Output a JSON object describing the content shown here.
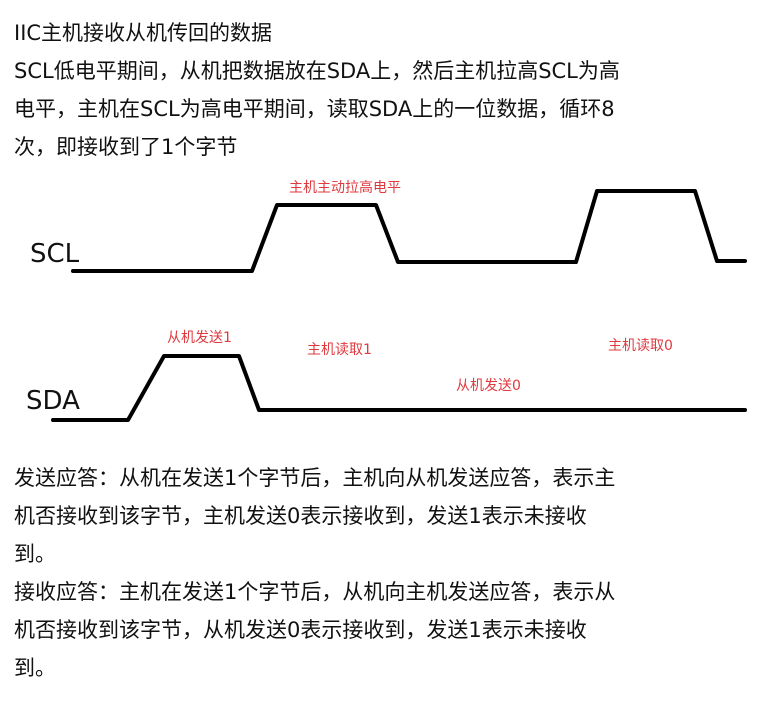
{
  "intro": {
    "lines": [
      "IIC主机接收从机传回的数据",
      "SCL低电平期间，从机把数据放在SDA上，然后主机拉高SCL为高",
      "电平，主机在SCL为高电平期间，读取SDA上的一位数据，循环8",
      "次，即接收到了1个字节"
    ]
  },
  "diagram": {
    "scl_label": "SCL",
    "sda_label": "SDA",
    "annotations": {
      "master_pull_high": "主机主动拉高电平",
      "slave_send_1": "从机发送1",
      "master_read_1": "主机读取1",
      "master_read_0": "主机读取0",
      "slave_send_0": "从机发送0"
    },
    "annotation_color": "#e0393e"
  },
  "ack": {
    "lines": [
      "发送应答：从机在发送1个字节后，主机向从机发送应答，表示主",
      "机否接收到该字节，主机发送0表示接收到，发送1表示未接收",
      "到。",
      "接收应答：主机在发送1个字节后，从机向主机发送应答，表示从",
      "机否接收到该字节，从机发送0表示接收到，发送1表示未接收",
      "到。"
    ]
  }
}
